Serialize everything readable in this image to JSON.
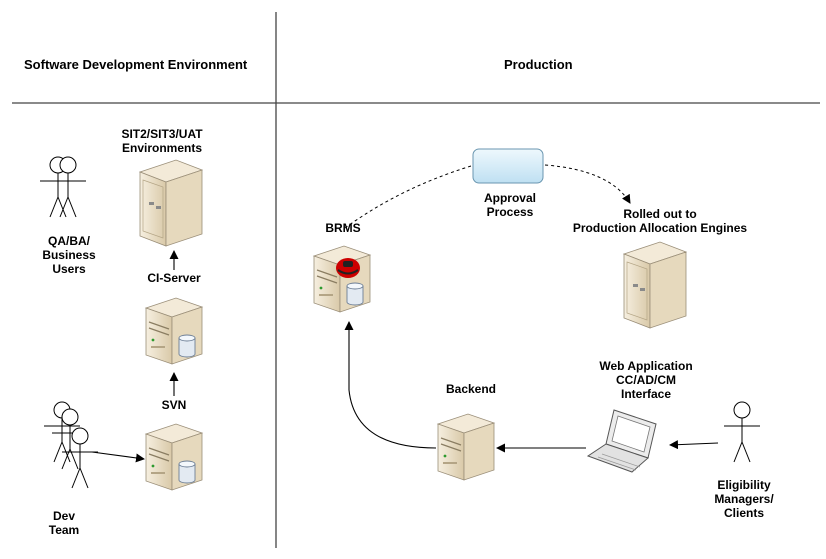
{
  "sections": {
    "left_title": "Software Development Environment",
    "right_title": "Production"
  },
  "left": {
    "qa_users": [
      "QA/BA/",
      "Business",
      "Users"
    ],
    "environments": [
      "SIT2/SIT3/UAT",
      "Environments"
    ],
    "ci_server": "CI-Server",
    "svn": "SVN",
    "dev_team": [
      "Dev",
      "Team"
    ]
  },
  "right": {
    "approval": [
      "Approval",
      "Process"
    ],
    "rolled_out": [
      "Rolled out to",
      "Production Allocation Engines"
    ],
    "brms": "BRMS",
    "web_app": [
      "Web Application",
      "CC/AD/CM",
      "Interface"
    ],
    "backend": "Backend",
    "eligibility": [
      "Eligibility",
      "Managers/",
      "Clients"
    ]
  },
  "colors": {
    "server_body": "#efe4cf",
    "server_shade": "#d6c7a8",
    "approval_box": "#d6eef9",
    "redhat": "#cc0000",
    "lines": "#000000"
  }
}
